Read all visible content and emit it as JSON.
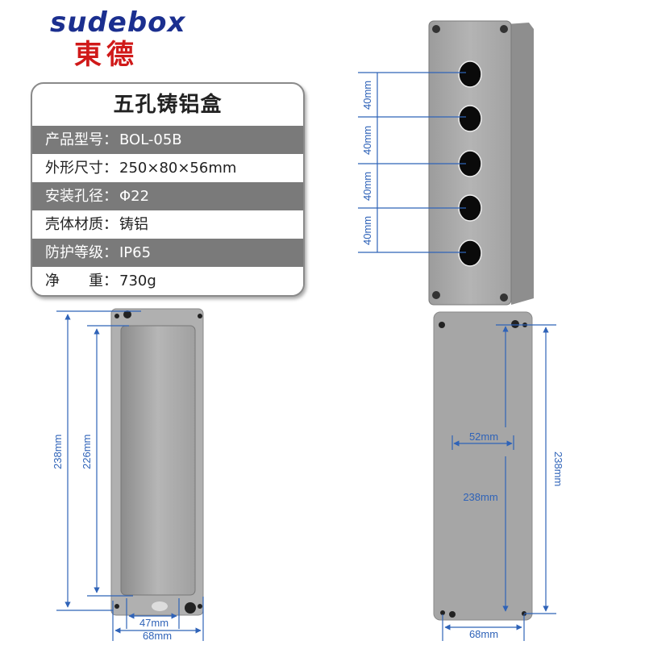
{
  "brand": {
    "name_en": "sudebox",
    "name_cn": "東德",
    "color_en": "#1b2f8f",
    "color_cn": "#d01919"
  },
  "spec_card": {
    "title": "五孔铸铝盒",
    "rows": [
      {
        "label": "产品型号：",
        "value": "BOL-05B"
      },
      {
        "label": "外形尺寸：",
        "value": "250×80×56mm"
      },
      {
        "label": "安装孔径：",
        "value": "Φ22"
      },
      {
        "label": "壳体材质：",
        "value": "铸铝"
      },
      {
        "label": "防护等级：",
        "value": "IP65"
      },
      {
        "label": "净　　重：",
        "value": "730g"
      }
    ]
  },
  "front_view": {
    "hole_count": 5,
    "hole_spacing_labels": [
      "40mm",
      "40mm",
      "40mm",
      "40mm"
    ]
  },
  "inside_view": {
    "outer_length": "238mm",
    "inner_length": "226mm",
    "inner_width": "47mm",
    "outer_width": "68mm"
  },
  "back_view": {
    "hole_spacing_width": "52mm",
    "hole_spacing_length": "238mm",
    "overall_length": "238mm",
    "overall_width": "68mm"
  },
  "colors": {
    "dimension": "#2f63b8",
    "row_dark": "#7a7a7a",
    "enclosure": "#a8a8a8"
  }
}
